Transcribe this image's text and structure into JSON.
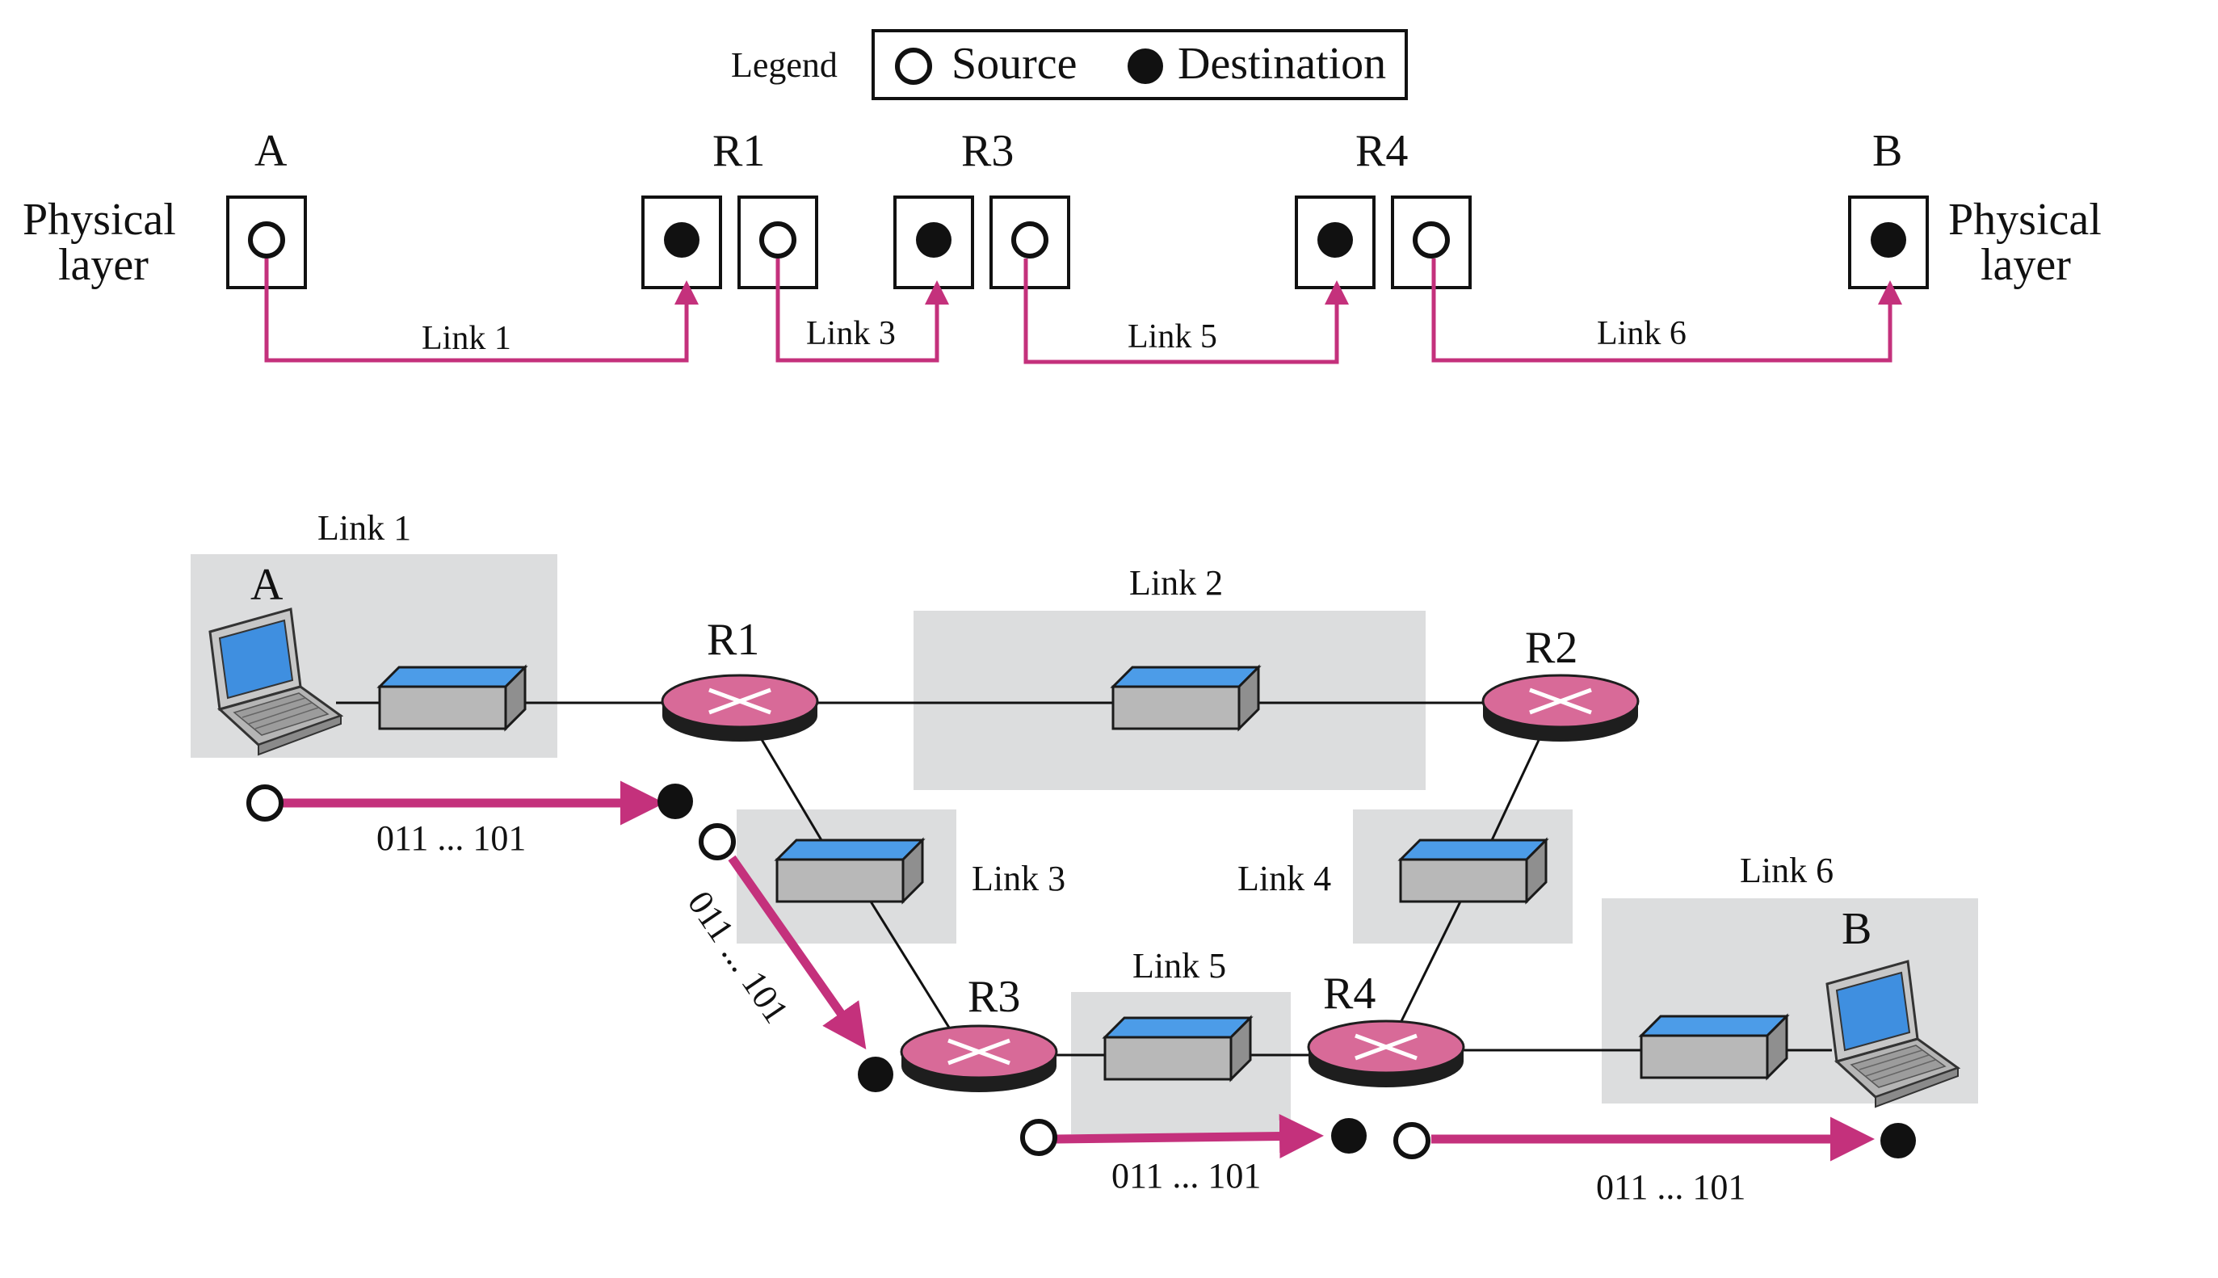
{
  "legend": {
    "title": "Legend",
    "source": "Source",
    "destination": "Destination"
  },
  "top": {
    "node_a": "A",
    "node_b": "B",
    "node_r1": "R1",
    "node_r3": "R3",
    "node_r4": "R4",
    "physical_left": [
      "Physical",
      "layer"
    ],
    "physical_right": [
      "Physical",
      "layer"
    ],
    "links": [
      "Link 1",
      "Link 3",
      "Link 5",
      "Link 6"
    ]
  },
  "network": {
    "host_a": "A",
    "host_b": "B",
    "routers": [
      "R1",
      "R2",
      "R3",
      "R4"
    ],
    "links": [
      "Link 1",
      "Link 2",
      "Link 3",
      "Link 4",
      "Link 5",
      "Link 6"
    ],
    "bits": [
      "011 ... 101",
      "011 ... 101",
      "011 ... 101",
      "011 ... 101"
    ]
  },
  "colors": {
    "arrow": "#C4317C",
    "router_top": "#D86A98",
    "router_side": "#1E1E1E",
    "switch_top": "#4C9CE8",
    "switch_front": "#B8B8B8",
    "link_area": "#DCDDDE"
  }
}
